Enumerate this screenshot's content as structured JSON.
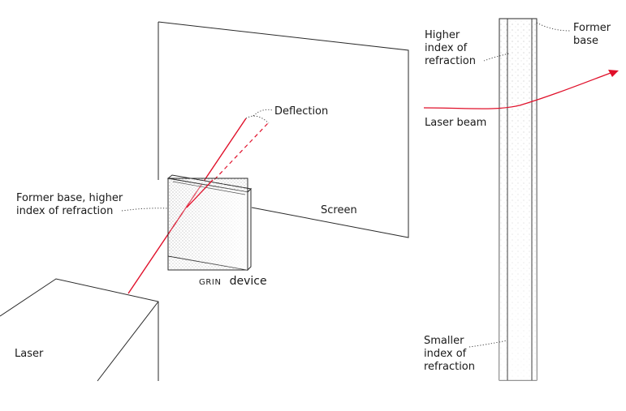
{
  "labels": {
    "deflection": "Deflection",
    "former_base_line1": "Former base, higher",
    "former_base_line2": "index of refraction",
    "screen": "Screen",
    "grin_device_prefix": "GRIN",
    "grin_device_suffix": "device",
    "laser": "Laser",
    "higher_line1": "Higher",
    "higher_line2": "index of",
    "higher_line3": "refraction",
    "former_base_right_line1": "Former",
    "former_base_right_line2": "base",
    "laser_beam": "Laser beam",
    "smaller_line1": "Smaller",
    "smaller_line2": "index of",
    "smaller_line3": "refraction"
  },
  "colors": {
    "laser_beam": "#e0102a",
    "ink": "#2a2a2a",
    "stipple": "#8a8a8a"
  }
}
